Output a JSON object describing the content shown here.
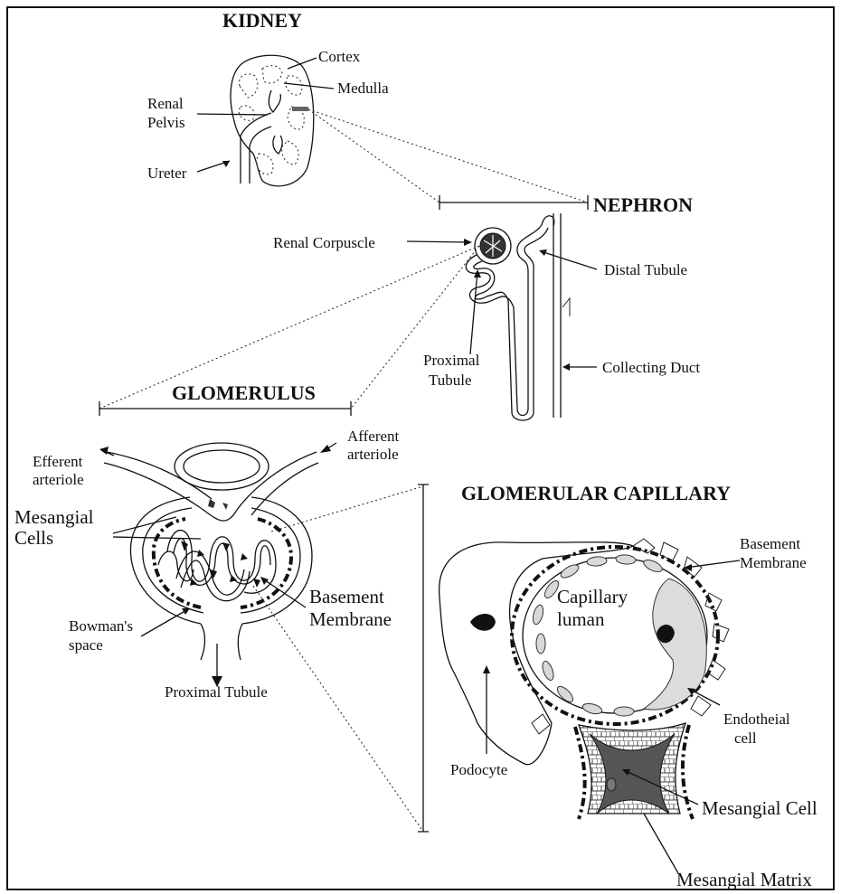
{
  "titles": {
    "kidney": "KIDNEY",
    "nephron": "NEPHRON",
    "glomerulus": "GLOMERULUS",
    "capillary": "GLOMERULAR CAPILLARY"
  },
  "kidney_labels": {
    "cortex": "Cortex",
    "medulla": "Medulla",
    "renal_1": "Renal",
    "renal_2": "Pelvis",
    "ureter": "Ureter"
  },
  "nephron_labels": {
    "renal_corpuscle": "Renal Corpuscle",
    "distal_tubule": "Distal Tubule",
    "proximal_1": "Proximal",
    "proximal_2": "Tubule",
    "collecting_duct": "Collecting Duct"
  },
  "glomerulus_labels": {
    "efferent_1": "Efferent",
    "efferent_2": "arteriole",
    "afferent_1": "Afferent",
    "afferent_2": "arteriole",
    "mesangial_1": "Mesangial",
    "mesangial_2": "Cells",
    "basement_1": "Basement",
    "basement_2": "Membrane",
    "bowmans_1": "Bowman's",
    "bowmans_2": "space",
    "proximal_tubule": "Proximal Tubule"
  },
  "capillary_labels": {
    "basement_1": "Basement",
    "basement_2": "Membrane",
    "lumen_1": "Capillary",
    "lumen_2": "luman",
    "endothelial_1": "Endotheial",
    "endothelial_2": "cell",
    "podocyte": "Podocyte",
    "mesangial_cell": "Mesangial Cell",
    "mesangial_matrix": "Mesangial Matrix"
  },
  "colors": {
    "ink": "#111111",
    "mesangial_cell_fill": "#555555",
    "endothelial_fill": "#dcdcdc",
    "background": "#ffffff"
  }
}
